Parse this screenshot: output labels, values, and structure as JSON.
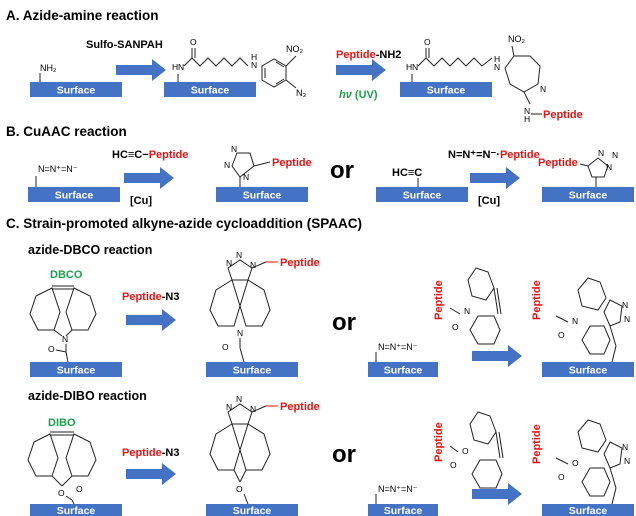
{
  "sections": {
    "a": {
      "title": "A. Azide-amine reaction"
    },
    "b": {
      "title": "B. CuAAC reaction"
    },
    "c": {
      "title": "C. Strain-promoted alkyne-azide cycloaddition (SPAAC)"
    }
  },
  "labels": {
    "surface": "Surface",
    "or": "or",
    "peptide": "Peptide",
    "sulfo_sanpah": "Sulfo-SANPAH",
    "nh2_suffix": "-NH2",
    "n3_suffix": "-N3",
    "hv": "hν",
    "uv": "(UV)",
    "cu_catalyst": "[Cu]",
    "dbco": "DBCO",
    "dibo": "DIBO",
    "azide_dbco_title": "azide-DBCO reaction",
    "azide_dibo_title": "azide-DIBO reaction",
    "azide_group": "N=N⁺=N⁻",
    "alkyne_prefix": "HC≡C",
    "alkyne_short": "HC≡C",
    "amine": "NH₂",
    "no2": "NO₂",
    "n3_atom": "N₃",
    "n": "N",
    "h": "H",
    "o": "O"
  },
  "colors": {
    "surface_fill": "#4472c4",
    "arrow_fill": "#4472c4",
    "peptide_text": "#ee1111",
    "reagent_green": "#1aa34a"
  }
}
